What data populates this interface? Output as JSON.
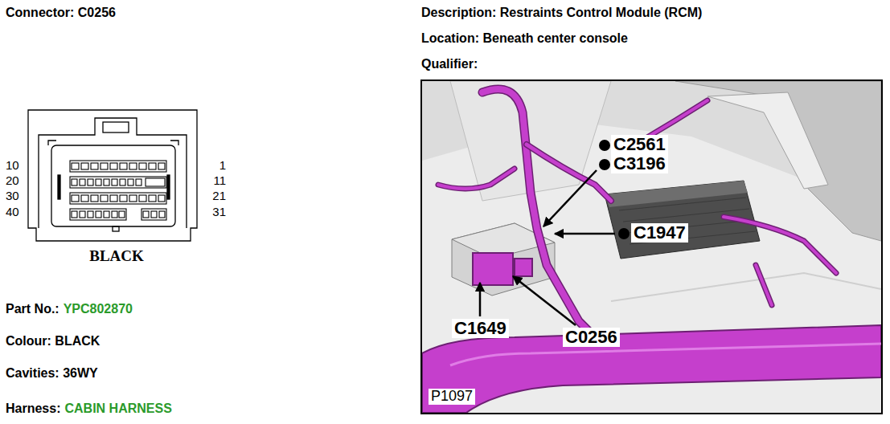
{
  "diagram": {
    "labels": [
      "Connector: C0256",
      "Description: Restraints Control Module (RCM)",
      "Location: Beneath center console",
      "Qualifier:",
      "10",
      "20",
      "30",
      "40",
      "1",
      "11",
      "21",
      "31",
      "BLACK",
      "Part No.:",
      "YPC802870",
      "Colour: BLACK",
      "Cavities: 36WY",
      "Harness:",
      "CABIN HARNESS",
      "C2561",
      "C3196",
      "C1947",
      "C1649",
      "C0256",
      "P1097"
    ]
  }
}
